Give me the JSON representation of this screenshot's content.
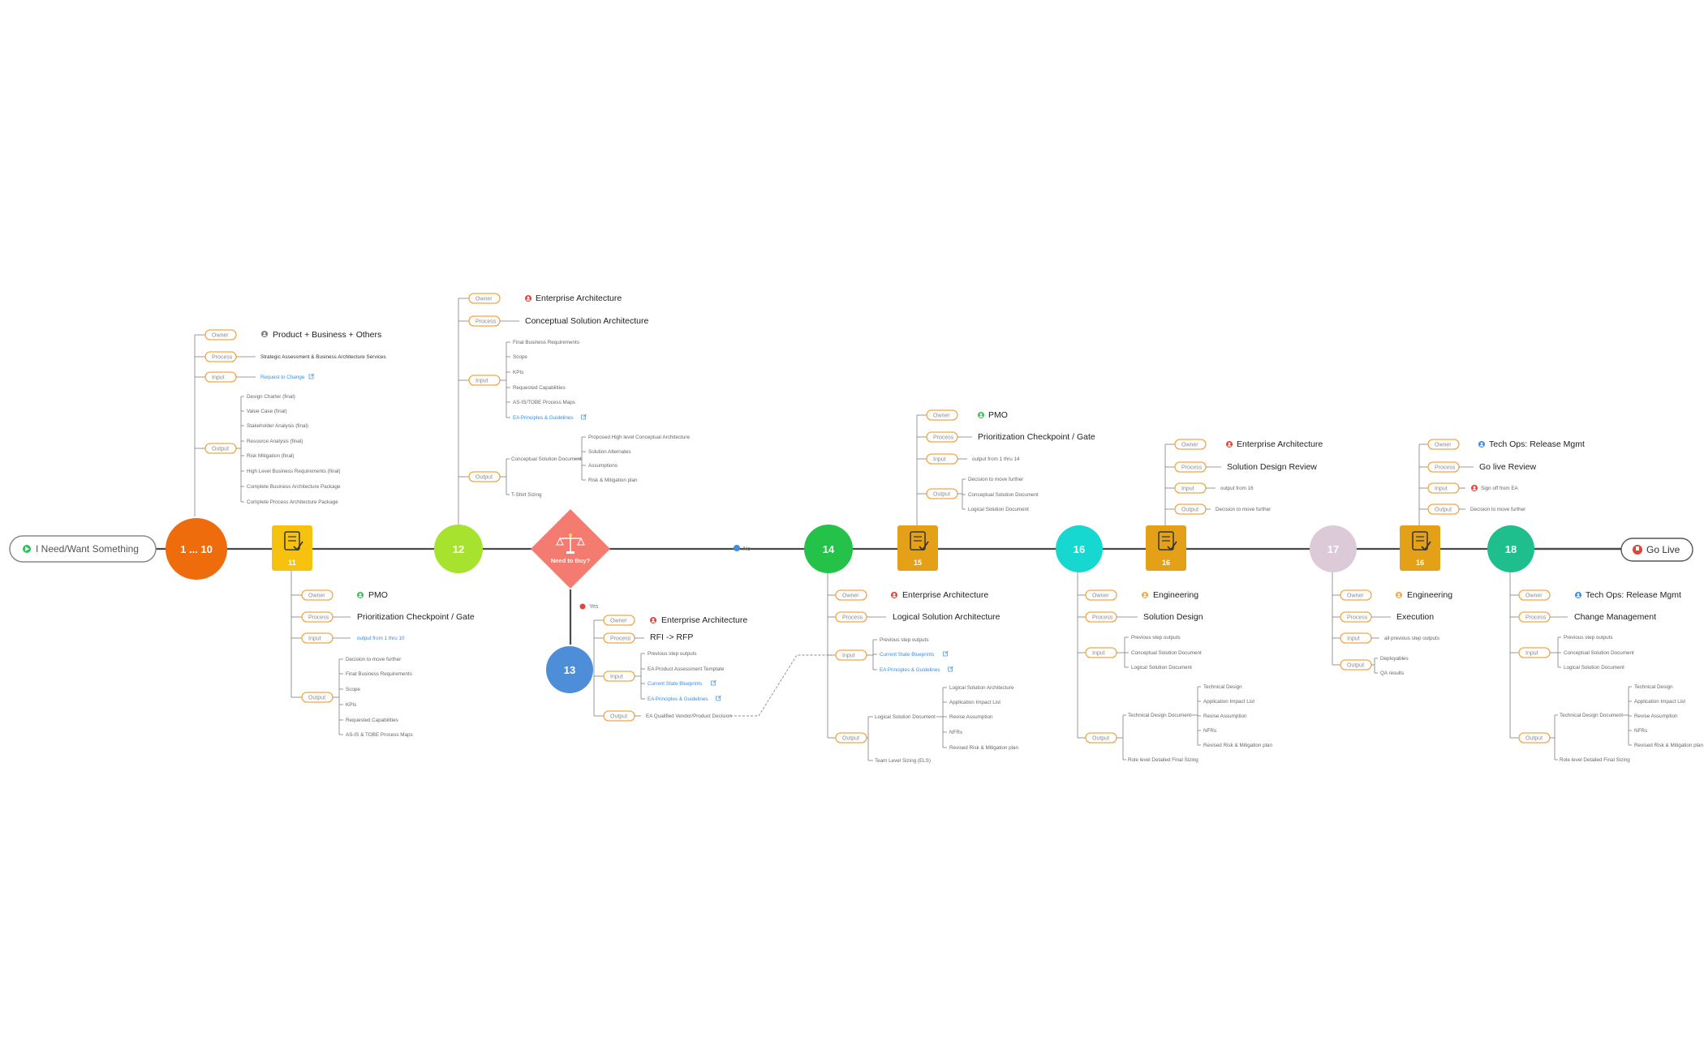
{
  "colors": {
    "accent_pill": "#f2a64a",
    "gate": "#f5c20d",
    "gate_dark": "#e0a020",
    "link": "#3b8ee0"
  },
  "start_label": "I Need/Want Something",
  "end_label": "Go Live",
  "decision": {
    "label": "Need to Buy?",
    "no": "No",
    "yes": "Yes"
  },
  "nodes": [
    {
      "id": "n1",
      "label": "1 ... 10",
      "color": "#ef6c0c"
    },
    {
      "id": "n11",
      "label": "11",
      "color": "#f6c20e",
      "type": "gate"
    },
    {
      "id": "n12",
      "label": "12",
      "color": "#a7e22e"
    },
    {
      "id": "n13",
      "label": "13",
      "color": "#4e8ed8"
    },
    {
      "id": "n14",
      "label": "14",
      "color": "#25c24a"
    },
    {
      "id": "n15",
      "label": "15",
      "color": "#e4a017",
      "type": "gate"
    },
    {
      "id": "n16",
      "label": "16",
      "color": "#17d8d0"
    },
    {
      "id": "n16b",
      "label": "16",
      "color": "#e4a017",
      "type": "gate"
    },
    {
      "id": "n17",
      "label": "17",
      "color": "#dccad9"
    },
    {
      "id": "n16c",
      "label": "16",
      "color": "#e4a017",
      "type": "gate"
    },
    {
      "id": "n18",
      "label": "18",
      "color": "#1fbf8d"
    }
  ],
  "branch_labels": {
    "owner": "Owner",
    "process": "Process",
    "input": "Input",
    "output": "Output"
  },
  "b1": {
    "owner": "Product + Business  + Others",
    "process": "Strategic Assessment & Business Architecture Services",
    "input": "Request to Change",
    "outputs": [
      "Design Charter (final)",
      "Value Case (final)",
      "Stakeholder Analysis (final)",
      "Resource Analysis (final)",
      "Risk Mitigation (final)",
      "High Level Business Requirements (final)",
      "Complete Business Architecture Package",
      "Complete Process Architecture Package"
    ]
  },
  "b11": {
    "owner": "PMO",
    "process": "Prioritization Checkpoint / Gate",
    "input": "output from 1 thru 10",
    "outputs": [
      "Decision to move further",
      "Final Business Requirements",
      "Scope",
      "KPIs",
      "Requested Capabilities",
      "AS-IS & TOBE Process Maps"
    ]
  },
  "b12": {
    "owner": "Enterprise Architecture",
    "process": "Conceptual Solution Architecture",
    "inputs": [
      "Final Business Requirements",
      "Scope",
      "KPIs",
      "Requested Capabilities",
      "AS-IS/TOBE Process Maps",
      "EA Principles & Guidelines"
    ],
    "output_doc": "Conceptual Solution Document",
    "output_doc_items": [
      "Proposed High level Conceptual  Architecture",
      "Solution Alternates",
      "Assumptions",
      "Risk & Mitigation plan"
    ],
    "output_other": "T-Shirt Sizing"
  },
  "b13": {
    "owner": "Enterprise Architecture",
    "process": "RFI -> RFP",
    "inputs": [
      "Previous step outputs",
      "EA Product Assessment Template",
      "Current State Blueprints",
      "EA Principles & Guidelines"
    ],
    "output": "EA Qualified Vendor/Product Decision"
  },
  "b14": {
    "owner": "Enterprise Architecture",
    "process": "Logical Solution Architecture",
    "inputs": [
      "Previous step outputs",
      "Current State Blueprints",
      "EA Principles & Guidelines"
    ],
    "output_doc": "Logical Solution Document",
    "output_doc_items": [
      "Logical Solution Architecture",
      "Application Impact List",
      "Revise Assumption",
      "NFRs",
      "Revised Risk & Mitigation plan"
    ],
    "output_other": "Team Level Sizing (ELS)"
  },
  "b15": {
    "owner": "PMO",
    "process": "Prioritization Checkpoint / Gate",
    "input": "output from 1 thru 14",
    "outputs": [
      "Decision to move further",
      "Conceptual Solution Document",
      "Logical Solution Document"
    ]
  },
  "b16": {
    "owner": "Engineering",
    "process": "Solution Design",
    "inputs": [
      "Previous step outputs",
      "Conceptual Solution Document",
      "Logical Solution Document"
    ],
    "output_doc": "Technical  Design Document",
    "output_doc_items": [
      "Technical Design",
      "Application Impact List",
      "Revise Assumption",
      "NFRs",
      "Revised Risk & Mitigation plan"
    ],
    "output_other": "Role level Detailed Final Sizing"
  },
  "b16b": {
    "owner": "Enterprise  Architecture",
    "process": "Solution Design Review",
    "input": "output from 16",
    "output": "Decision to move further"
  },
  "b17": {
    "owner": "Engineering",
    "process": "Execution",
    "input": "all previous step outputs",
    "outputs": [
      "Deployables",
      "QA results"
    ]
  },
  "b16c": {
    "owner": "Tech Ops: Release Mgmt",
    "process": "Go live Review",
    "input": "Sign off from EA",
    "output": "Decision to move further"
  },
  "b18": {
    "owner": "Tech Ops: Release Mgmt",
    "process": "Change Management",
    "inputs": [
      "Previous step outputs",
      "Conceptual Solution Document",
      "Logical Solution Document"
    ],
    "output_doc": "Technical  Design Document",
    "output_doc_items": [
      "Technical Design",
      "Application Impact List",
      "Revise Assumption",
      "NFRs",
      "Revised Risk & Mitigation plan"
    ],
    "output_other": "Role level Detailed Final Sizing"
  }
}
